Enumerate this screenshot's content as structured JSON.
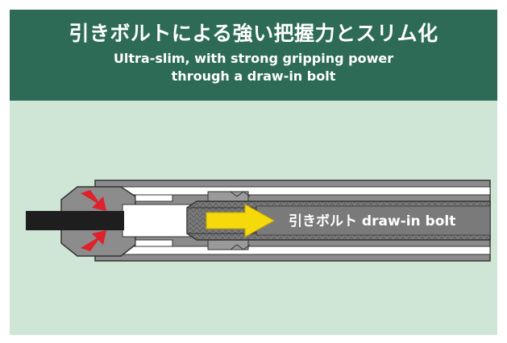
{
  "header": {
    "title_ja": "引きボルトによる強い把握力とスリム化",
    "subtitle_line1": "Ultra-slim, with strong gripping power",
    "subtitle_line2": "through a draw-in bolt"
  },
  "diagram": {
    "bolt_label": "引きボルト draw-in bolt"
  },
  "colors": {
    "header_bg": "#2d6b57",
    "panel_bg": "#cfe6d6",
    "body_gray": "#8c8c8c",
    "thread_gray": "#6f6f6f",
    "tool_black": "#1e1e1e",
    "arrow_yellow": "#f5d90a",
    "arrow_red": "#e0202a"
  }
}
